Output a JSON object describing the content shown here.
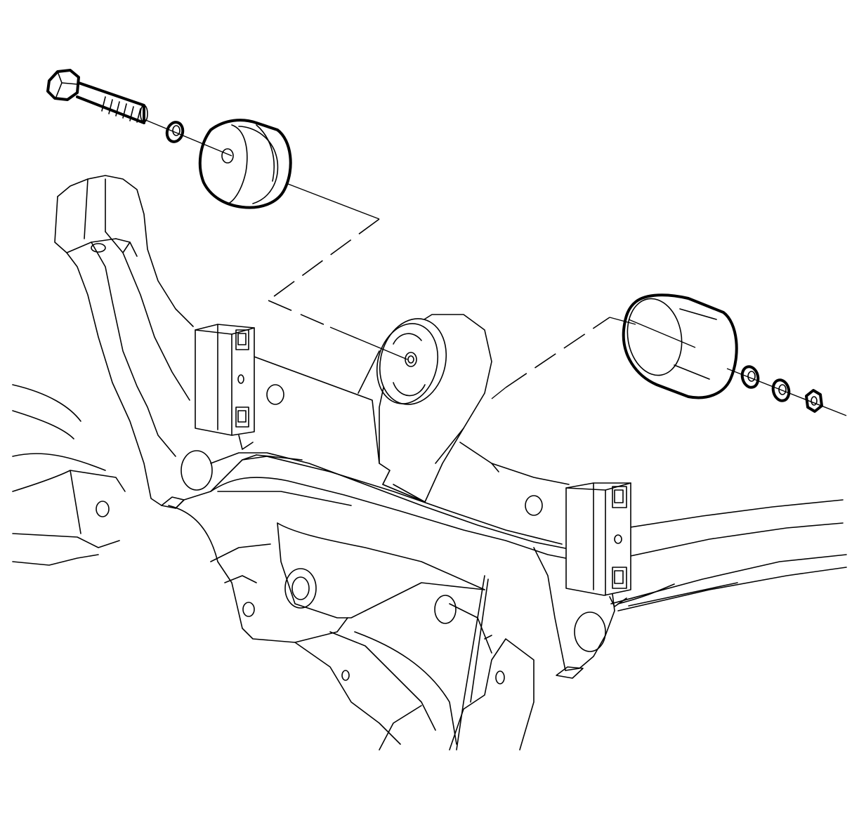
{
  "figure": {
    "kind": "exploded-view line illustration",
    "background": "#ffffff",
    "ink": "#000000",
    "parts": [
      "hex-bolt",
      "washer",
      "upper-insulator",
      "mount-bushing",
      "lower-insulator",
      "retainer",
      "nut",
      "frame-crossmember",
      "mounting-bracket-left",
      "mounting-bracket-right",
      "vehicle-body-underside"
    ]
  }
}
